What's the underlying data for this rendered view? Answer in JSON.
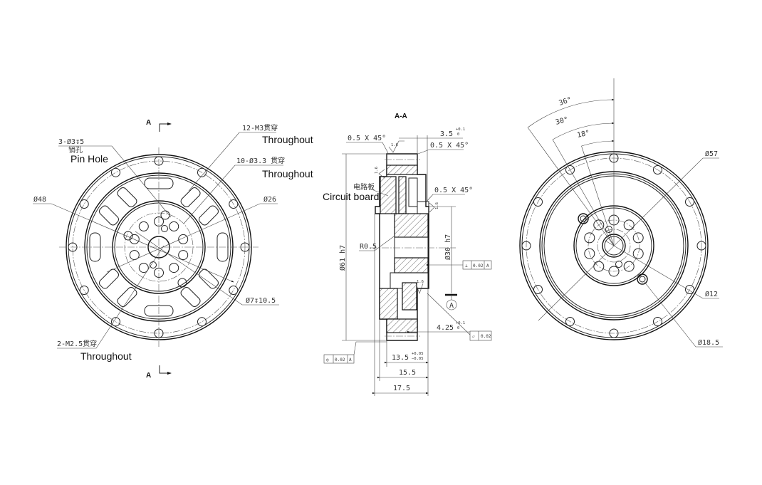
{
  "section_marks": {
    "top_label": "A",
    "bottom_label": "A",
    "section_title": "A-A"
  },
  "front_view": {
    "pin_hole": {
      "spec": "3-Ø3↧5",
      "cn": "销孔",
      "en": "Pin Hole"
    },
    "m3_holes": {
      "spec": "12-M3贯穿",
      "en": "Throughout"
    },
    "through_holes": {
      "spec": "10-Ø3.3 贯穿",
      "en": "Throughout"
    },
    "dia_48": "Ø48",
    "dia_26": "Ø26",
    "counterbore": "Ø7↧10.5",
    "m25_holes": {
      "spec": "2-M2.5贯穿",
      "en": "Throughout"
    }
  },
  "section_view": {
    "chamfer_top_left": "0.5 X 45°",
    "chamfer_top_right": "0.5 X 45°",
    "chamfer_hub": "0.5 X 45°",
    "width_3_5": {
      "value": "3.5",
      "upper": "+0.1",
      "lower": "0"
    },
    "roughness": [
      "1.6",
      "1.6",
      "1.6",
      "1.6"
    ],
    "circuit_board": {
      "cn": "电路板",
      "en": "Circuit board"
    },
    "radius": "R0.5",
    "dia_61": "Ø61 h7",
    "dia_30": "Ø30 h7",
    "perpendicularity": {
      "symbol": "⊥",
      "tolerance": "0.02",
      "datum": "A"
    },
    "datum": "A",
    "depth_4_25": {
      "value": "4.25",
      "upper": "+0.1",
      "lower": "0"
    },
    "flatness": {
      "symbol": "▱",
      "tolerance": "0.02"
    },
    "concentricity": {
      "symbol": "◎",
      "tolerance": "0.02",
      "datum": "A"
    },
    "width_13_5": {
      "value": "13.5",
      "upper": "+0.05",
      "lower": "−0.05"
    },
    "width_15_5": "15.5",
    "width_17_5": "17.5"
  },
  "rear_view": {
    "angle_36": "36°",
    "angle_30": "30°",
    "angle_18": "18°",
    "dia_57": "Ø57",
    "dia_12": "Ø12",
    "dia_18_5": "Ø18.5"
  }
}
